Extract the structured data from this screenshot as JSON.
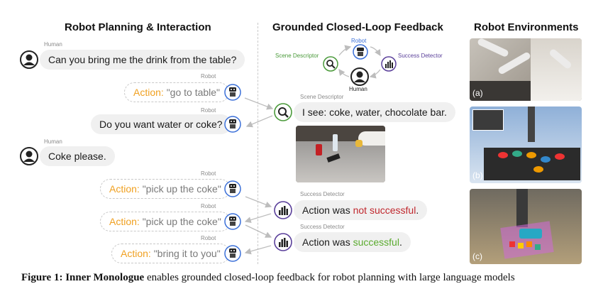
{
  "headers": {
    "left": "Robot Planning & Interaction",
    "middle": "Grounded Closed-Loop Feedback",
    "right": "Robot Environments"
  },
  "roles": {
    "human": "Human",
    "robot": "Robot",
    "scene": "Scene Descriptor",
    "success": "Success Detector"
  },
  "dialog": {
    "human_1": "Can you bring me the drink from the table?",
    "action_1": "\"go to table\"",
    "robot_q": "Do you want water or coke?",
    "human_2": "Coke please.",
    "action_2": "\"pick up the coke\"",
    "action_3": "\"pick up the coke\"",
    "action_4": "\"bring it to you\"",
    "action_label": "Action:"
  },
  "feedback": {
    "scene": "I see: coke, water, chocolate bar.",
    "fail_prefix": "Action was ",
    "fail_word": "not successful",
    "success_prefix": "Action was ",
    "success_word": "successful",
    "period": "."
  },
  "cycle": {
    "robot": "Robot",
    "scene": "Scene Descriptor",
    "success": "Success Detector",
    "human": "Human"
  },
  "environments": {
    "a": "(a)",
    "b": "(b)",
    "c": "(c)"
  },
  "caption": {
    "bold": "Figure 1: Inner Monologue",
    "rest": " enables grounded closed-loop feedback for robot planning with large language models"
  },
  "colors": {
    "action": "#f0a020",
    "fail": "#c0272d",
    "success": "#5aab2e",
    "scene": "#4a9a3a",
    "detector": "#5a3f9a"
  }
}
